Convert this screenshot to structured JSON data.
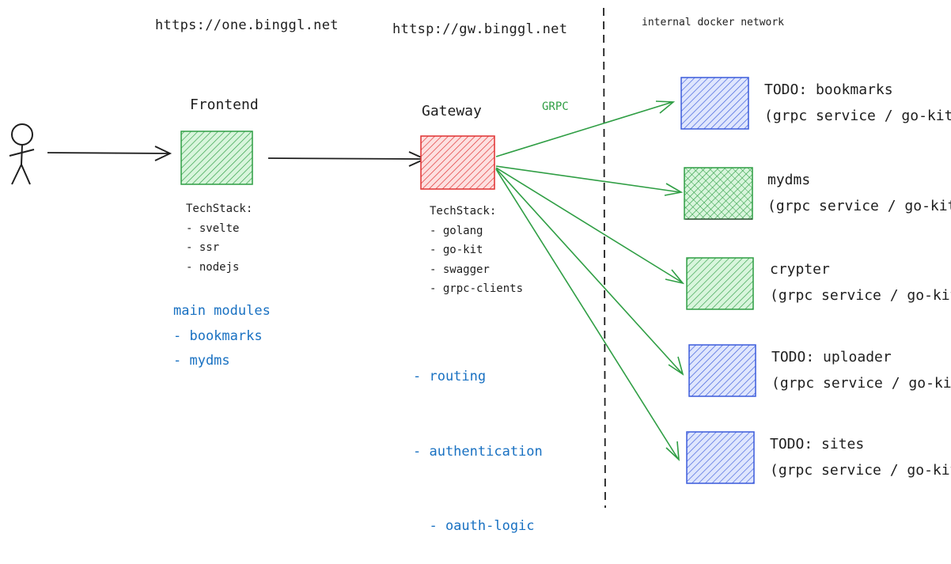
{
  "urls": {
    "frontend": "https://one.binggl.net",
    "gateway": "httsp://gw.binggl.net"
  },
  "network_label": "internal docker network",
  "protocol_label": "GRPC",
  "colors": {
    "green_fill": "#2f9e44",
    "red_fill": "#e03131",
    "blue_fill": "#3b5bdb",
    "arrow_green": "#2f9e44",
    "text_blue": "#1971c2",
    "ink": "#1e1e1e"
  },
  "frontend": {
    "title": "Frontend",
    "techstack_title": "TechStack:",
    "techstack": [
      "- svelte",
      "- ssr",
      "- nodejs"
    ],
    "modules": [
      "main modules",
      "- bookmarks",
      "- mydms"
    ]
  },
  "gateway": {
    "title": "Gateway",
    "techstack_title": "TechStack:",
    "techstack": [
      "- golang",
      "- go-kit",
      "- swagger",
      "- grpc-clients"
    ],
    "features": [
      "- routing",
      "- authentication",
      "  - oauth-logic"
    ]
  },
  "services": [
    {
      "name": "TODO: bookmarks",
      "desc": "(grpc service / go-kit)",
      "color": "blue"
    },
    {
      "name": "mydms",
      "desc": "(grpc service / go-kit)",
      "color": "green"
    },
    {
      "name": "crypter",
      "desc": "(grpc service / go-kit)",
      "color": "green"
    },
    {
      "name": "TODO: uploader",
      "desc": "(grpc service / go-kit)",
      "color": "blue"
    },
    {
      "name": "TODO: sites",
      "desc": "(grpc service / go-kit)",
      "color": "blue"
    }
  ]
}
